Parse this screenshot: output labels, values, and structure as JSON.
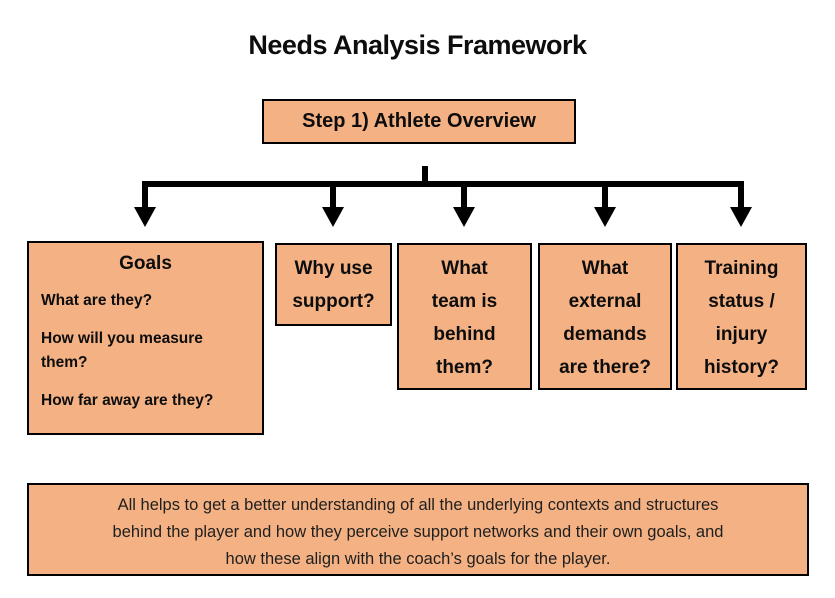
{
  "title": "Needs Analysis Framework",
  "colors": {
    "box_fill": "#F4B183",
    "box_border": "#000000",
    "text": "#1A1A1A",
    "bg": "#FFFFFF"
  },
  "step_box": {
    "label": "Step 1) Athlete Overview"
  },
  "branches": {
    "goals": {
      "heading": "Goals",
      "items": [
        "What are they?",
        "How will you measure them?",
        "How far away are they?"
      ]
    },
    "why_use_support": {
      "lines": [
        "Why use",
        "support?"
      ]
    },
    "team_behind": {
      "lines": [
        "What",
        "team is",
        "behind",
        "them?"
      ]
    },
    "external_demands": {
      "lines": [
        "What",
        "external",
        "demands",
        "are there?"
      ]
    },
    "training_status": {
      "lines": [
        "Training",
        "status /",
        "injury",
        "history?"
      ]
    }
  },
  "summary_box": {
    "lines": [
      "All helps to get a better understanding of all the underlying contexts and structures",
      "behind the player and how they perceive support networks and their own goals, and",
      "how these align with the coach’s goals for the player."
    ]
  }
}
